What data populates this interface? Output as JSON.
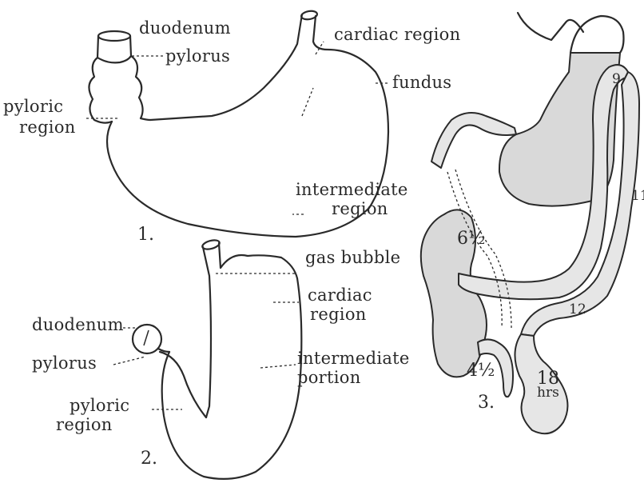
{
  "figure1": {
    "number": "1.",
    "labels": {
      "duodenum": "duodenum",
      "pylorus": "pylorus",
      "cardiac_region": "cardiac region",
      "fundus": "fundus",
      "pyloric_region_line1": "pyloric",
      "pyloric_region_line2": "region",
      "intermediate_region_line1": "intermediate",
      "intermediate_region_line2": "region"
    }
  },
  "figure2": {
    "number": "2.",
    "labels": {
      "gas_bubble": "gas bubble",
      "cardiac_region_line1": "cardiac",
      "cardiac_region_line2": "region",
      "duodenum": "duodenum",
      "pylorus": "pylorus",
      "intermediate_portion_line1": "intermediate",
      "intermediate_portion_line2": "portion",
      "pyloric_region_line1": "pyloric",
      "pyloric_region_line2": "region"
    }
  },
  "figure3": {
    "number": "3.",
    "time_marks": {
      "six_half": "6½",
      "four_half": "4½",
      "nine": "9",
      "eleven": "11",
      "twelve": "12",
      "eighteen": "18",
      "hrs": "hrs"
    }
  }
}
